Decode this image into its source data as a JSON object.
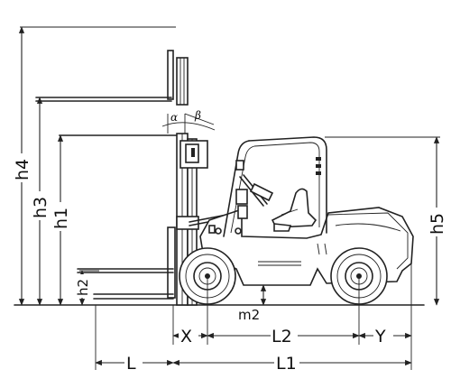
{
  "labels": {
    "h4": "h4",
    "h3": "h3",
    "h1": "h1",
    "h2": "h2",
    "h5": "h5",
    "m2": "m2",
    "X": "X",
    "L2": "L2",
    "Y": "Y",
    "L": "L",
    "L1": "L1",
    "alpha": "α",
    "beta": "β"
  }
}
